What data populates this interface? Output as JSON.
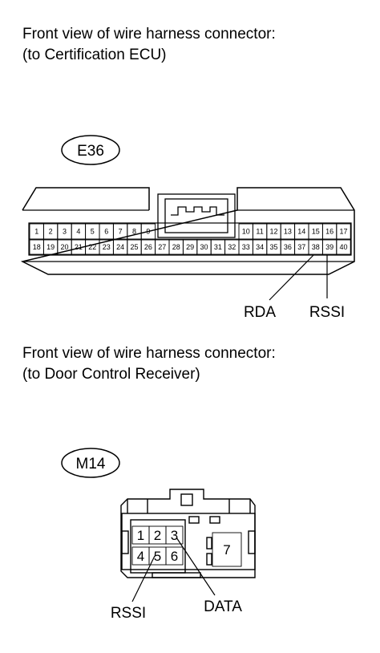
{
  "connector_e36": {
    "caption_line1": "Front view of wire harness connector:",
    "caption_line2": "(to Certification ECU)",
    "code": "E36",
    "pins_row1_left": [
      "1",
      "2",
      "3",
      "4",
      "5",
      "6",
      "7",
      "8",
      "9"
    ],
    "pins_row1_right": [
      "10",
      "11",
      "12",
      "13",
      "14",
      "15",
      "16",
      "17"
    ],
    "pins_row2": [
      "18",
      "19",
      "20",
      "21",
      "22",
      "23",
      "24",
      "25",
      "26",
      "27",
      "28",
      "29",
      "30",
      "31",
      "32",
      "33",
      "34",
      "35",
      "36",
      "37",
      "38",
      "39",
      "40"
    ],
    "label_rda": "RDA",
    "label_rssi": "RSSI"
  },
  "connector_m14": {
    "caption_line1": "Front view of wire harness connector:",
    "caption_line2": "(to Door Control Receiver)",
    "code": "M14",
    "pins_top": [
      "1",
      "2",
      "3"
    ],
    "pins_bottom": [
      "4",
      "5",
      "6"
    ],
    "pin_right": "7",
    "label_rssi": "RSSI",
    "label_data": "DATA"
  }
}
